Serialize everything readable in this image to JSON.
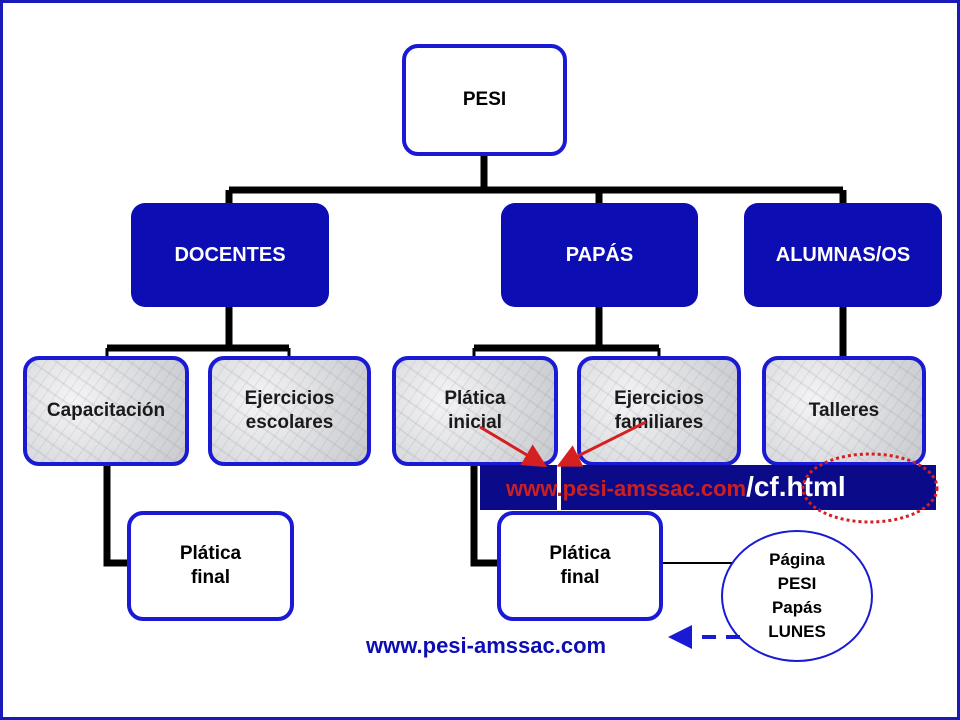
{
  "colors": {
    "border": "#1a1ab8",
    "node_blue": "#0d0db4",
    "url_bar": "#0b0b8a",
    "url_red": "#cc1f1f",
    "arrow_red": "#d42020",
    "dashed_blue": "#1a1ad4"
  },
  "diagram": {
    "root": "PESI",
    "branches": {
      "docentes": "DOCENTES",
      "papas": "PAPÁS",
      "alumnas": "ALUMNAS/OS"
    },
    "children": {
      "capacitacion": "Capacitación",
      "ejercicios_escolares": "Ejercicios\nescolares",
      "platica_final_docentes": "Plática\nfinal",
      "platica_inicial": "Plática\ninicial",
      "ejercicios_familiares": "Ejercicios\nfamiliares",
      "platica_final_papas": "Plática\nfinal",
      "talleres": "Talleres"
    },
    "pagina_pesi": "Página\nPESI\nPapás\nLUNES"
  },
  "url_banner": {
    "base": "www.pesi-amssac.com",
    "suffix": "/cf.html"
  },
  "bottom_url": "www.pesi-amssac.com"
}
